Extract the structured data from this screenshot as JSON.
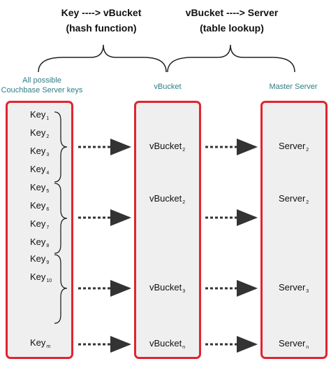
{
  "top": {
    "left_title": "Key ----> vBucket",
    "left_subtitle": "(hash function)",
    "right_title": "vBucket ----> Server",
    "right_subtitle": "(table lookup)"
  },
  "headers": {
    "keys_line1": "All possible",
    "keys_line2": "Couchbase Server keys",
    "vbucket": "vBucket",
    "server": "Master Server"
  },
  "keys": [
    {
      "base": "Key",
      "sub": "1"
    },
    {
      "base": "Key",
      "sub": "2"
    },
    {
      "base": "Key",
      "sub": "3"
    },
    {
      "base": "Key",
      "sub": "4"
    },
    {
      "base": "Key",
      "sub": "5"
    },
    {
      "base": "Key",
      "sub": "6"
    },
    {
      "base": "Key",
      "sub": "7"
    },
    {
      "base": "Key",
      "sub": "8"
    },
    {
      "base": "Key",
      "sub": "9"
    },
    {
      "base": "Key",
      "sub": "10"
    },
    {
      "base": "Key",
      "sub": "m"
    }
  ],
  "vbuckets": [
    {
      "base": "vBucket",
      "sub": "2"
    },
    {
      "base": "vBucket",
      "sub": "2"
    },
    {
      "base": "vBucket",
      "sub": "3"
    },
    {
      "base": "vBucket",
      "sub": "n"
    }
  ],
  "servers": [
    {
      "base": "Server",
      "sub": "2"
    },
    {
      "base": "Server",
      "sub": "2"
    },
    {
      "base": "Server",
      "sub": "3"
    },
    {
      "base": "Server",
      "sub": "n"
    }
  ],
  "colors": {
    "box_border": "#e0242f",
    "box_fill": "#efefef",
    "header_text": "#2e7d87",
    "arrow": "#333333"
  }
}
